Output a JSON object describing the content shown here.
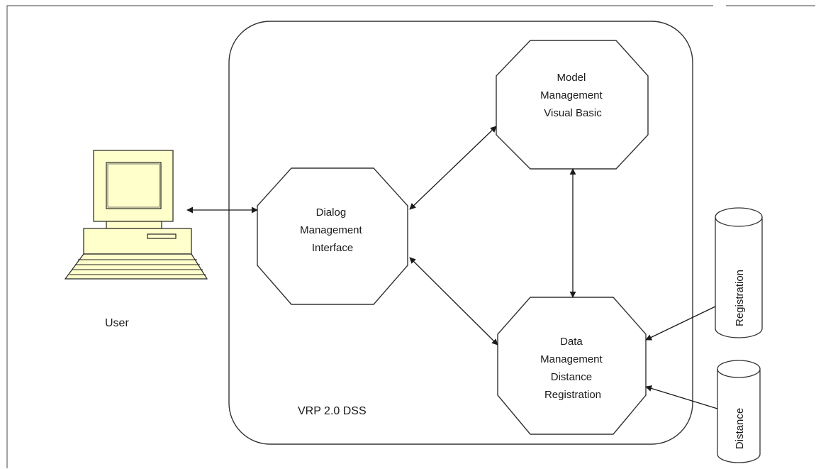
{
  "diagram": {
    "system_label": "VRP 2.0 DSS",
    "user_label": "User",
    "nodes": {
      "dialog": [
        "Dialog",
        "Management",
        "Interface"
      ],
      "model": [
        "Model",
        "Management",
        "Visual Basic"
      ],
      "data": [
        "Data",
        "Management",
        "Distance",
        "Registration"
      ]
    },
    "stores": {
      "registration": "Registration",
      "distance": "Distance"
    }
  },
  "colors": {
    "computer_fill": "#ffffcc",
    "stroke": "#333333",
    "background": "#ffffff"
  }
}
